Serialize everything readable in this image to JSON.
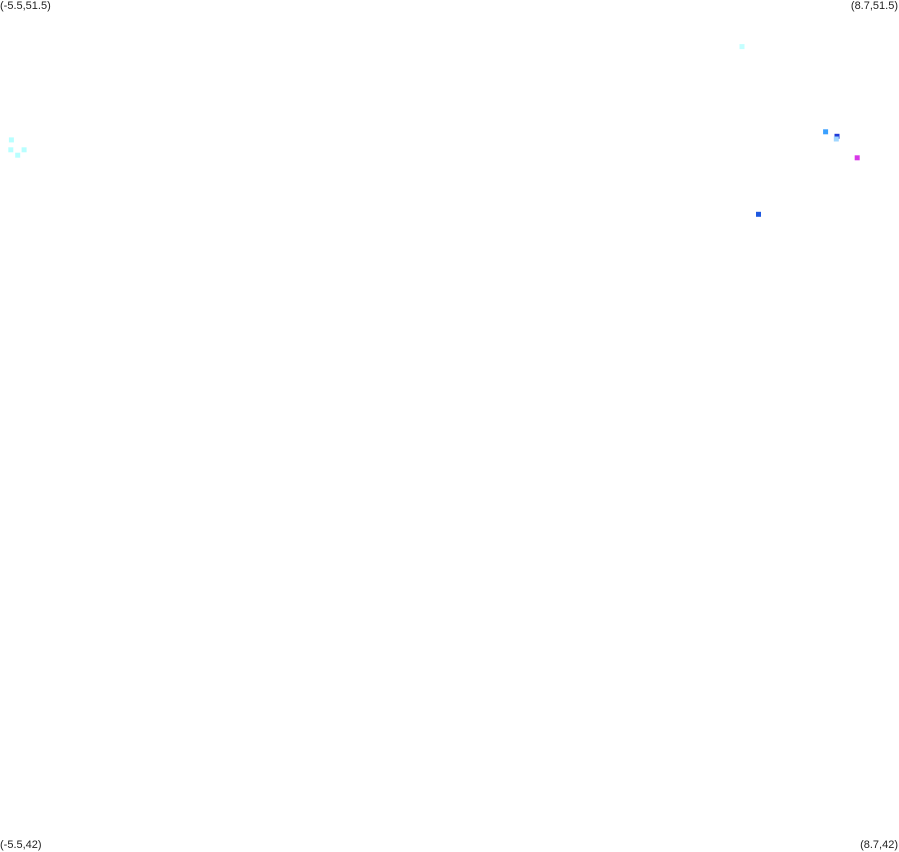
{
  "corners": {
    "top_left": "(-5.5,51.5)",
    "top_right": "(8.7,51.5)",
    "bottom_left": "(-5.5,42)",
    "bottom_right": "(8.7,42)"
  },
  "bounds": {
    "lon_min": -5.5,
    "lon_max": 8.7,
    "lat_min": 42,
    "lat_max": 51.5
  },
  "chart_data": {
    "type": "scatter",
    "xlim": [
      -5.5,
      8.7
    ],
    "ylim": [
      42,
      51.5
    ],
    "grid": false,
    "points": [
      {
        "x": -5.32,
        "y": 49.94,
        "color": "#b8ffff"
      },
      {
        "x": -5.33,
        "y": 49.83,
        "color": "#b8ffff"
      },
      {
        "x": -5.12,
        "y": 49.83,
        "color": "#b8ffff"
      },
      {
        "x": -5.22,
        "y": 49.77,
        "color": "#b8ffff"
      },
      {
        "x": 6.22,
        "y": 50.98,
        "color": "#c4ffff"
      },
      {
        "x": 7.54,
        "y": 50.03,
        "color": "#3aa0ff"
      },
      {
        "x": 7.72,
        "y": 49.98,
        "color": "#1e3ad8"
      },
      {
        "x": 7.71,
        "y": 49.95,
        "color": "#9fd6ff"
      },
      {
        "x": 8.04,
        "y": 49.74,
        "color": "#d838e8"
      },
      {
        "x": 6.48,
        "y": 49.11,
        "color": "#1e58e0"
      }
    ]
  }
}
